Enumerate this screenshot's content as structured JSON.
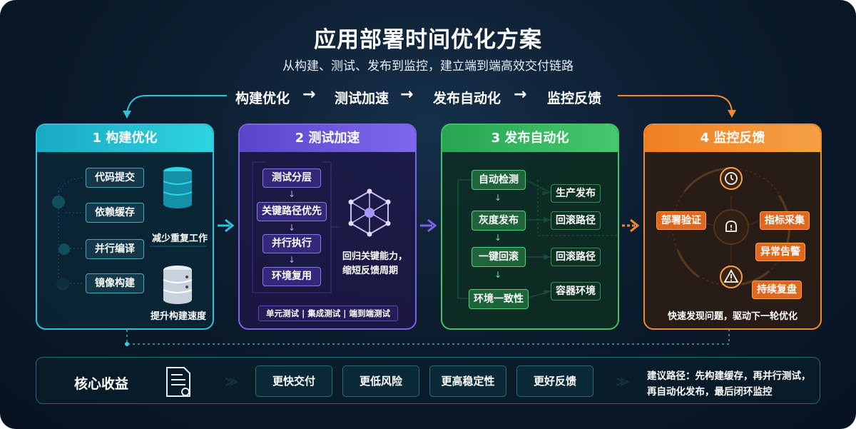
{
  "title": "应用部署时间优化方案",
  "subtitle": "从构建、测试、发布到监控，建立端到端高效交付链路",
  "flow": {
    "steps": [
      "构建优化",
      "测试加速",
      "发布自动化",
      "监控反馈"
    ],
    "arrow": "→"
  },
  "cards": {
    "build": {
      "header": "1 构建优化",
      "items": [
        "代码提交",
        "依赖缓存",
        "并行编译",
        "镜像构建"
      ],
      "note_reduce": "减少重复工作",
      "note_speed": "提升构建速度"
    },
    "test": {
      "header": "2 测试加速",
      "items": [
        "测试分层",
        "关键路径优先",
        "并行执行",
        "环境复用"
      ],
      "down_arrow": "↓",
      "caption_line1": "回归关键能力，",
      "caption_line2": "缩短反馈周期",
      "footer": "单元测试 | 集成测试 | 端到端测试"
    },
    "release": {
      "header": "3 发布自动化",
      "items": [
        "自动检测",
        "灰度发布",
        "一键回滚",
        "环境一致性"
      ],
      "outputs": [
        "生产发布",
        "回滚路径",
        "回滚路径",
        "容器环境"
      ],
      "down_arrow": "↓"
    },
    "monitor": {
      "header": "4 监控反馈",
      "nodes": [
        "部署验证",
        "指标采集",
        "异常告警",
        "持续复盘"
      ],
      "caption": "快速发现问题，驱动下一轮优化"
    }
  },
  "benefits": {
    "label": "核心收益",
    "items": [
      "更快交付",
      "更低风险",
      "更高稳定性",
      "更好反馈"
    ],
    "advice_line1": "建议路径：先构建缓存，再并行测试，",
    "advice_line2": "再自动化发布，最后闭环监控"
  },
  "colors": {
    "build": "#2bc4d8",
    "test": "#7a64e6",
    "release": "#3dc46a",
    "monitor": "#f08a2c",
    "background": "#0c1c2e"
  }
}
